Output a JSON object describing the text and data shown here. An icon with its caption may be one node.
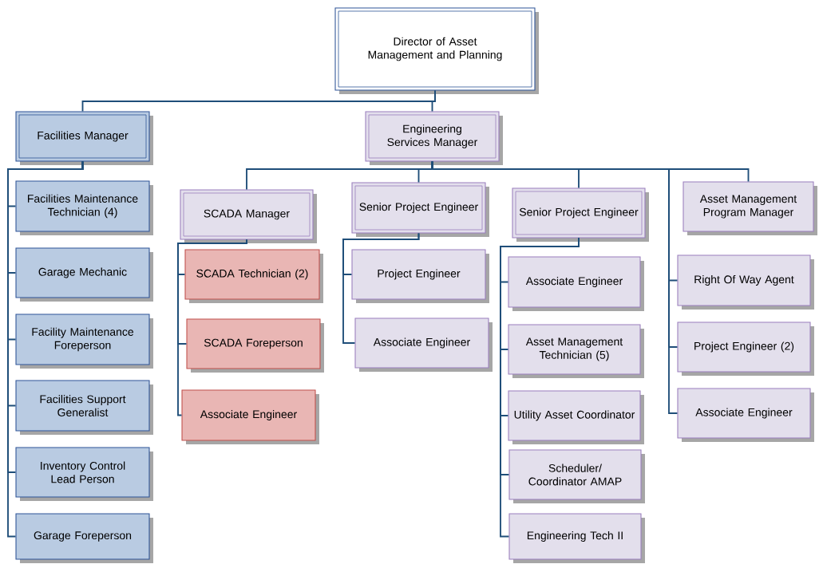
{
  "diagram": {
    "nodes": [
      {
        "text": [
          "Director of Asset Management and Planning"
        ]
      },
      {
        "text": [
          "Facilities Manager"
        ]
      },
      {
        "text": [
          "Engineering Services Manager"
        ]
      },
      {
        "text": [
          "Facilities Maintenance Technician (4)"
        ]
      },
      {
        "text": [
          "Garage Mechanic"
        ]
      },
      {
        "text": [
          "Facility Maintenance Foreperson"
        ]
      },
      {
        "text": [
          "Facilities Support Generalist"
        ]
      },
      {
        "text": [
          "Inventory Control Lead Person"
        ]
      },
      {
        "text": [
          "Garage Foreperson"
        ]
      },
      {
        "text": [
          "SCADA Manager"
        ]
      },
      {
        "text": [
          "Senior Project Engineer"
        ]
      },
      {
        "text": [
          "Senior Project Engineer"
        ]
      },
      {
        "text": [
          "Asset Management Program Manager"
        ]
      },
      {
        "text": [
          "SCADA Technician (2)"
        ]
      },
      {
        "text": [
          "SCADA Foreperson"
        ]
      },
      {
        "text": [
          "Associate Engineer"
        ]
      },
      {
        "text": [
          "Project Engineer"
        ]
      },
      {
        "text": [
          "Associate Engineer"
        ]
      },
      {
        "text": [
          "Associate Engineer"
        ]
      },
      {
        "text": [
          "Asset Management Technician (5)"
        ]
      },
      {
        "text": [
          "Utility Asset Coordinator"
        ]
      },
      {
        "text": [
          "Scheduler/ Coordinator AMAP"
        ]
      },
      {
        "text": [
          "Engineering Tech II"
        ]
      },
      {
        "text": [
          "Right Of Way Agent"
        ]
      },
      {
        "text": [
          "Project Engineer (2)"
        ]
      },
      {
        "text": [
          "Associate Engineer"
        ]
      }
    ],
    "edges": [
      {
        "from": 0,
        "to": 1,
        "arrow": "none"
      },
      {
        "from": 0,
        "to": 2,
        "arrow": "none"
      },
      {
        "from": 1,
        "to": 3,
        "arrow": "none"
      },
      {
        "from": 1,
        "to": 4,
        "arrow": "none"
      },
      {
        "from": 1,
        "to": 5,
        "arrow": "none"
      },
      {
        "from": 1,
        "to": 6,
        "arrow": "none"
      },
      {
        "from": 1,
        "to": 7,
        "arrow": "none"
      },
      {
        "from": 1,
        "to": 8,
        "arrow": "none"
      },
      {
        "from": 2,
        "to": 9,
        "arrow": "none"
      },
      {
        "from": 2,
        "to": 10,
        "arrow": "none"
      },
      {
        "from": 2,
        "to": 11,
        "arrow": "none"
      },
      {
        "from": 2,
        "to": 12,
        "arrow": "none"
      },
      {
        "from": 9,
        "to": 13,
        "arrow": "none"
      },
      {
        "from": 9,
        "to": 14,
        "arrow": "none"
      },
      {
        "from": 9,
        "to": 15,
        "arrow": "none"
      },
      {
        "from": 10,
        "to": 16,
        "arrow": "none"
      },
      {
        "from": 10,
        "to": 17,
        "arrow": "none"
      },
      {
        "from": 11,
        "to": 18,
        "arrow": "none"
      },
      {
        "from": 11,
        "to": 19,
        "arrow": "none"
      },
      {
        "from": 11,
        "to": 20,
        "arrow": "none"
      },
      {
        "from": 11,
        "to": 21,
        "arrow": "none"
      },
      {
        "from": 11,
        "to": 22,
        "arrow": "none"
      },
      {
        "from": 2,
        "to": 23,
        "arrow": "none"
      },
      {
        "from": 2,
        "to": 24,
        "arrow": "none"
      },
      {
        "from": 2,
        "to": 25,
        "arrow": "none"
      }
    ]
  }
}
